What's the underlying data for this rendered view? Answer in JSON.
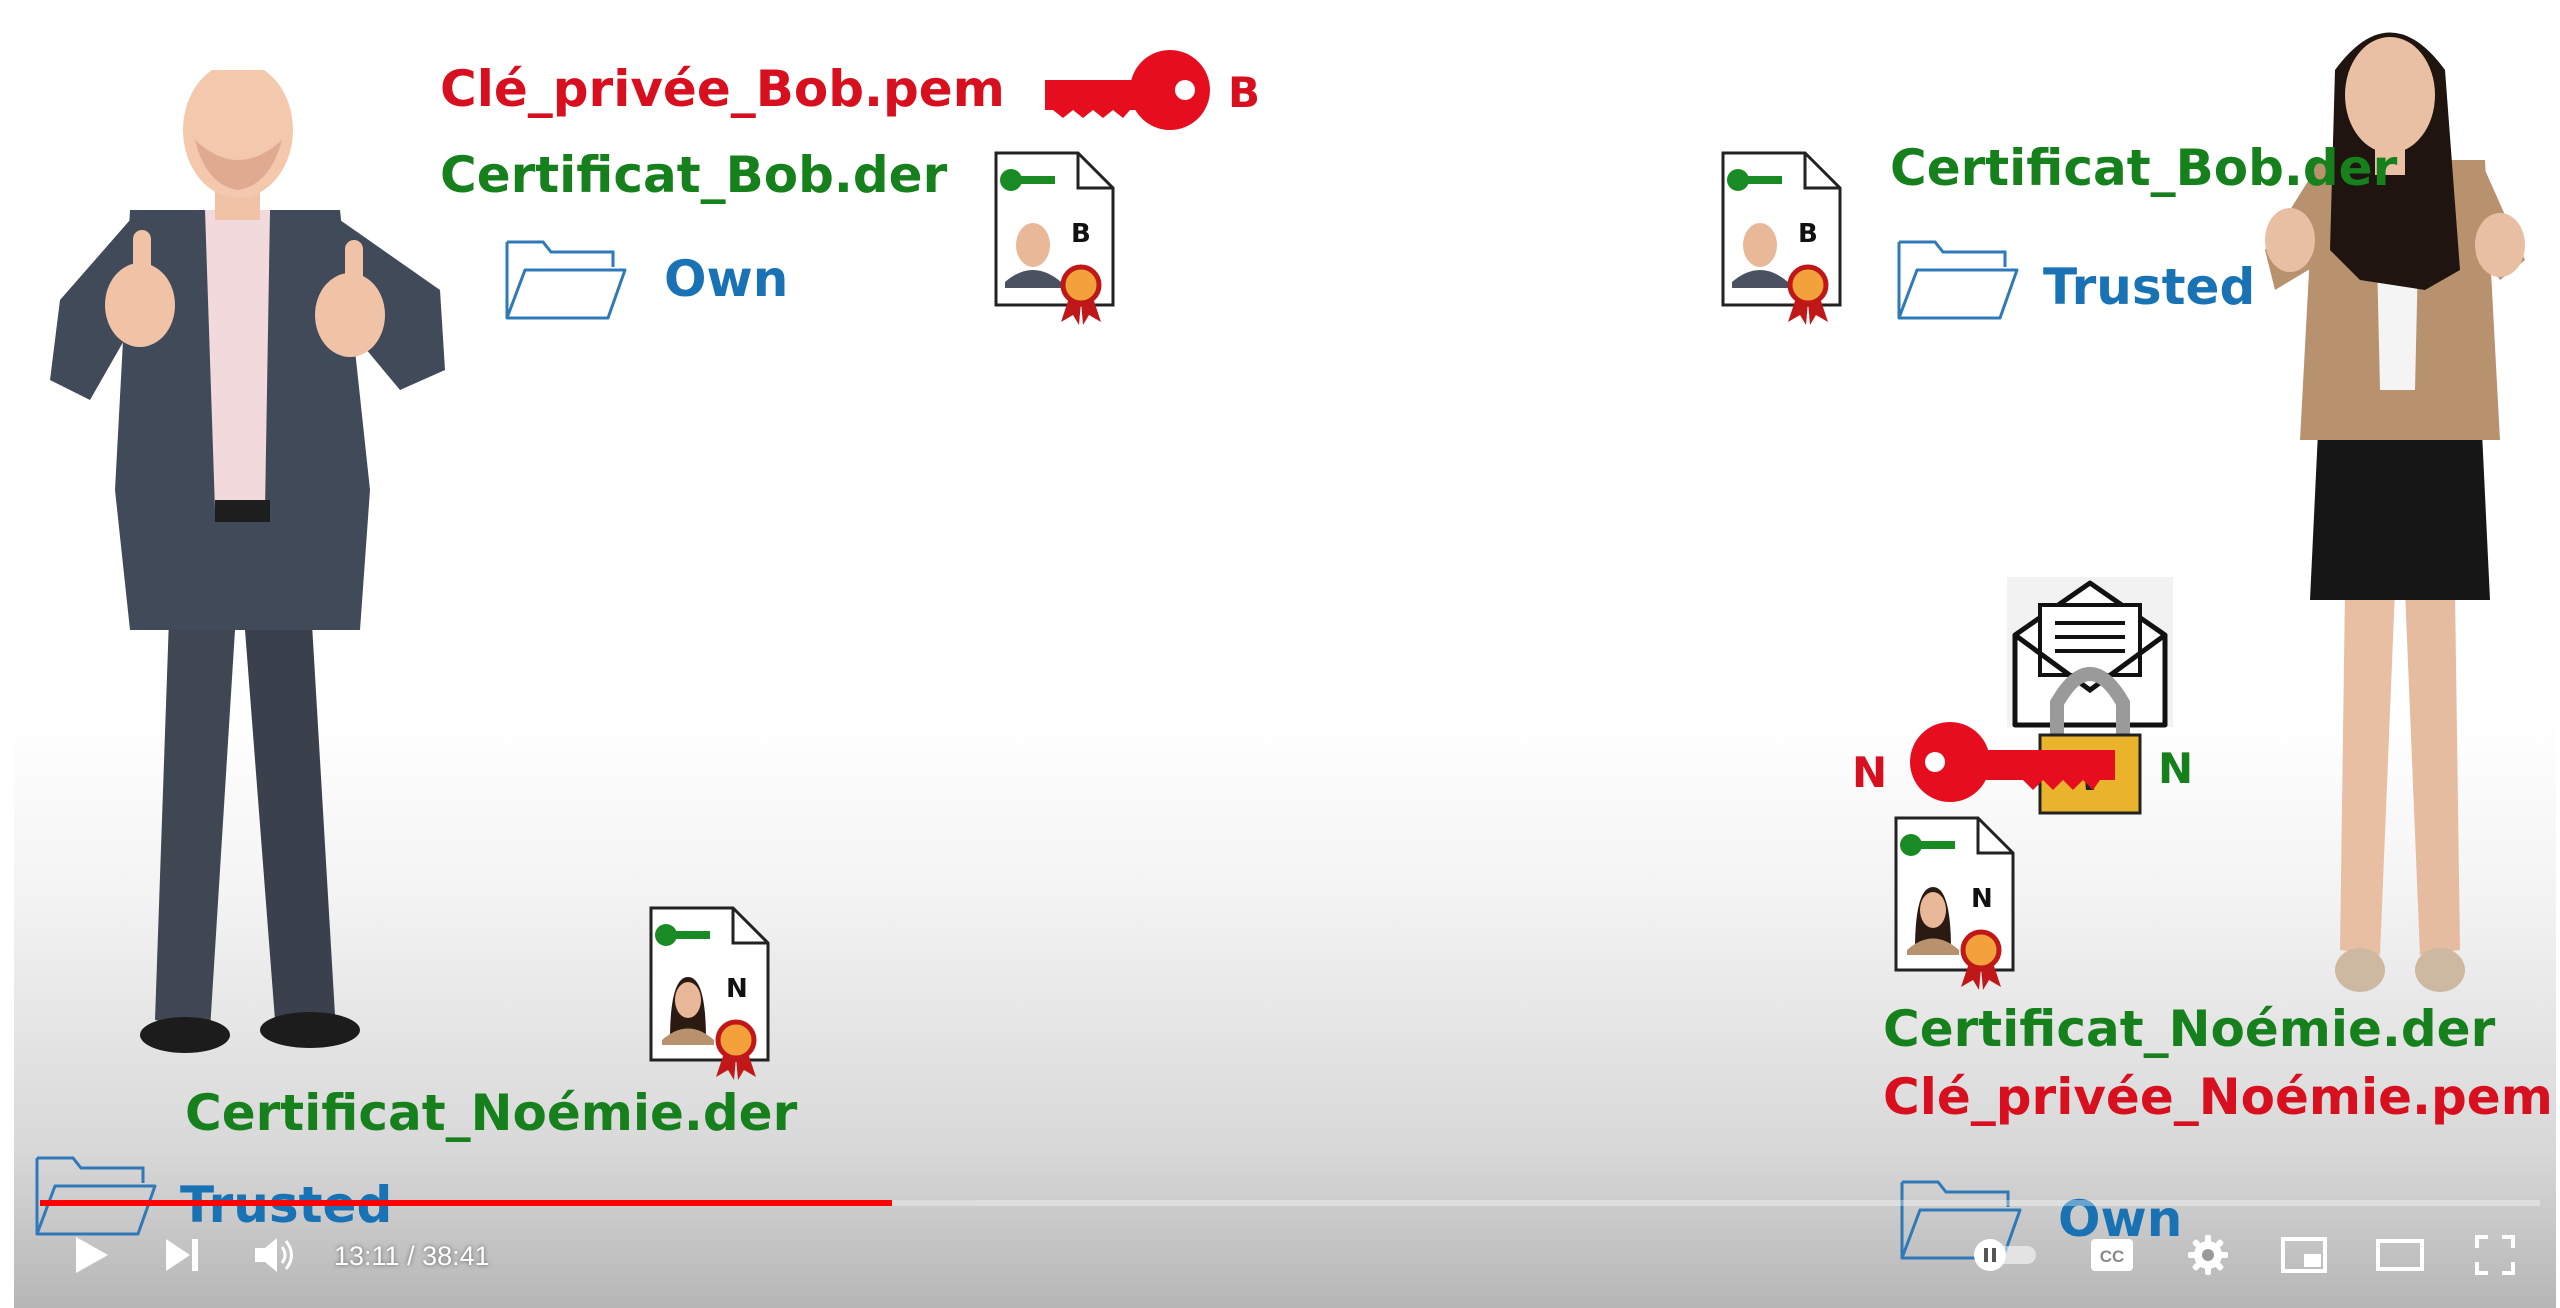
{
  "video": {
    "bob": {
      "private_key_file": "Clé_privée_Bob.pem",
      "key_letter": "B",
      "cert_file": "Certificat_Bob.der",
      "folder_label": "Own",
      "cert_letter": "B"
    },
    "alice_side_top": {
      "cert_file": "Certificat_Bob.der",
      "folder_label": "Trusted",
      "cert_letter": "B"
    },
    "bob_side_bottom": {
      "cert_file": "Certificat_Noémie.der",
      "folder_label": "Trusted",
      "cert_letter": "N"
    },
    "noemie": {
      "cert_file": "Certificat_Noémie.der",
      "private_key_file": "Clé_privée_Noémie.pem",
      "folder_label": "Own",
      "cert_letter": "N",
      "key_letter_left": "N",
      "key_letter_right": "N"
    }
  },
  "player": {
    "time_display": "13:11 / 38:41",
    "progress_played_fraction": 0.3407,
    "progress_loaded_fraction": 0.3747,
    "cc_label": "CC",
    "colors": {
      "played": "#ff0000",
      "loaded": "#d8d8d8",
      "controls": "#ffffff"
    },
    "icons": [
      "play-icon",
      "next-icon",
      "volume-icon",
      "autoplay-toggle-icon",
      "cc-icon",
      "settings-gear-icon",
      "miniplayer-icon",
      "theater-mode-icon",
      "fullscreen-icon"
    ]
  }
}
